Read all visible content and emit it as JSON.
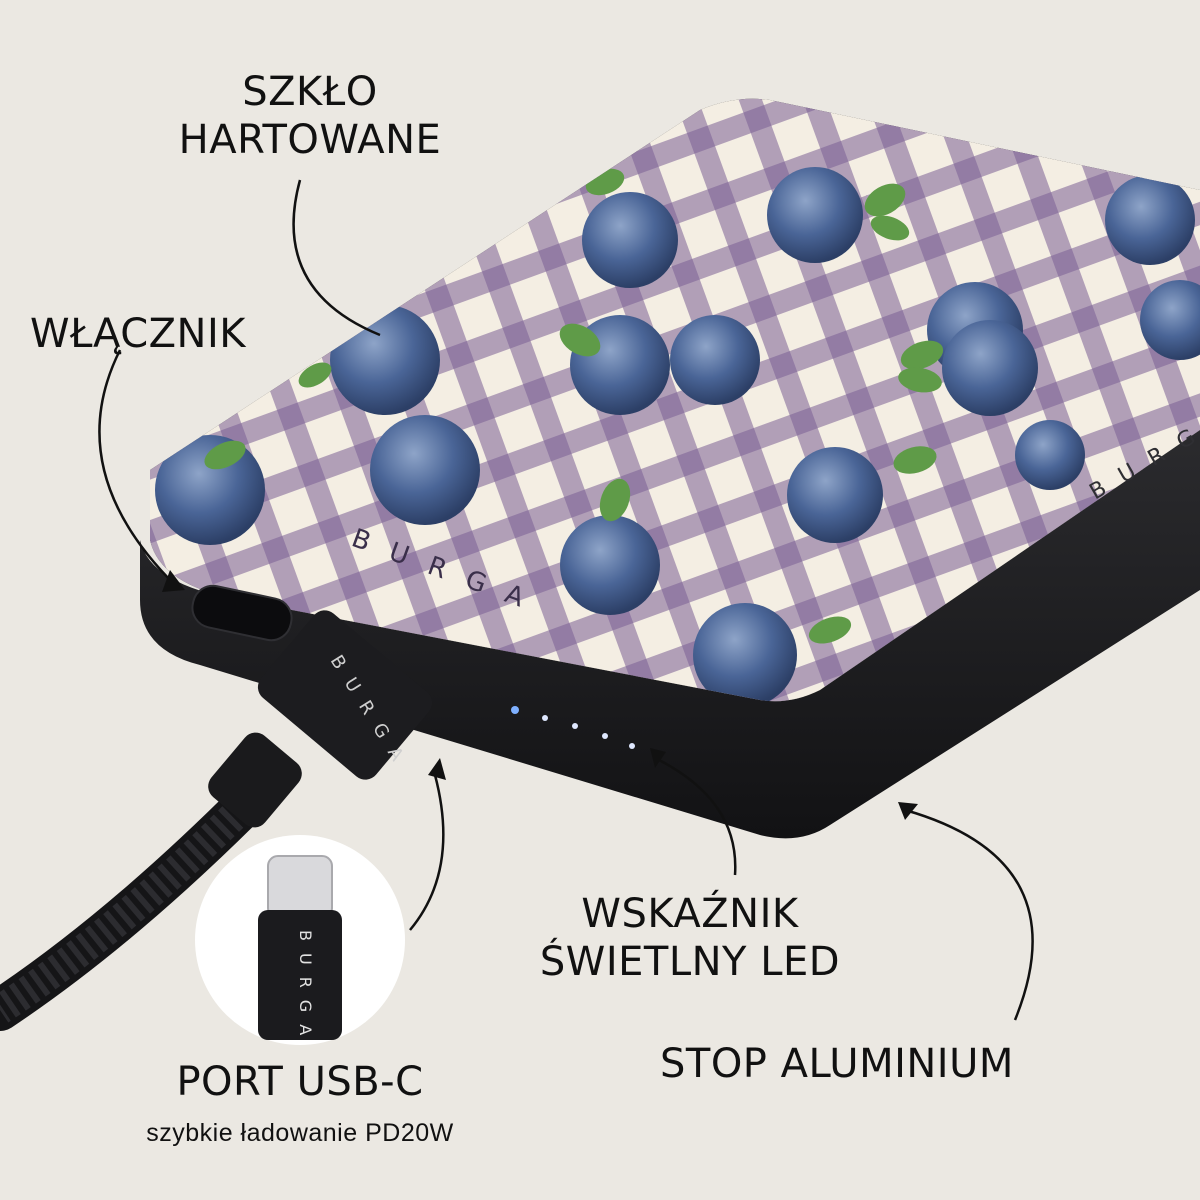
{
  "callouts": {
    "glass": {
      "line1": "SZKŁO",
      "line2": "HARTOWANE"
    },
    "power_button": {
      "label": "WŁĄCZNIK"
    },
    "usb_port": {
      "label": "PORT USB-C",
      "detail": "szybkie ładowanie PD20W"
    },
    "led": {
      "line1": "WSKAŹNIK",
      "line2": "ŚWIETLNY LED"
    },
    "aluminium": {
      "label": "STOP ALUMINIUM"
    }
  },
  "brand": {
    "name": "BURGA"
  },
  "colors": {
    "background": "#ebe8e2",
    "device_body": "#1b1b1d",
    "pattern_purple": "#7a5f93",
    "pattern_cream": "#f4eee3",
    "blueberry": "#3f5b8c",
    "leaf": "#5f9b48",
    "led": "#dfe8ff"
  }
}
